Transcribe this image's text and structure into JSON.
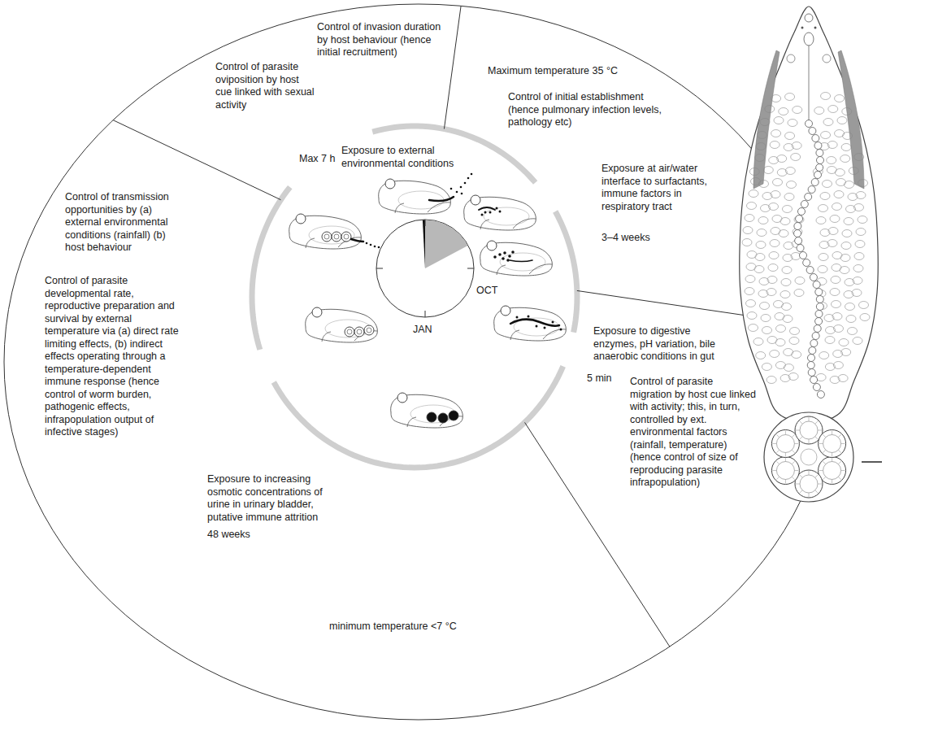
{
  "diagram": {
    "labels": [
      "Control of invasion duration by host behaviour (hence initial recruitment)",
      "Control of parasite oviposition by host cue linked with sexual activity",
      "Maximum temperature 35 °C",
      "Exposure to external environmental conditions",
      "Max 7 h",
      "Control of initial establishment (hence pulmonary infection levels, pathology etc)",
      "Exposure at air/water interface to surfactants, immune factors in respiratory tract",
      "3–4 weeks",
      "Control of transmission opportunities by (a) external environmental conditions (rainfall) (b) host behaviour",
      "Control of parasite developmental rate, reproductive preparation and survival by external temperature via (a) direct rate limiting effects, (b) indirect effects operating through a temperature-dependent immune response (hence control of worm burden, pathogenic effects, infrapopulation output of infective stages)",
      "Exposure to digestive enzymes, pH variation, bile anaerobic conditions in gut",
      "OCT",
      "Control of parasite migration by host cue linked with activity; this, in turn, controlled by ext. environmental factors (rainfall, temperature) (hence control of size of reproducing parasite infrapopulation)",
      "5 min",
      "JAN",
      "Exposure to increasing osmotic concentrations of urine in urinary bladder, putative immune attrition",
      "48 weeks",
      "minimum temperature <7 °C"
    ]
  }
}
